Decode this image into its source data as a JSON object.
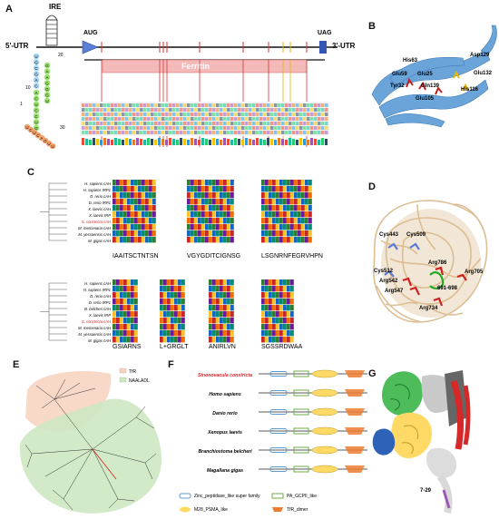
{
  "panel_labels": {
    "a": "A",
    "b": "B",
    "c": "C",
    "d": "D",
    "e": "E",
    "f": "F",
    "g": "G"
  },
  "panel_a": {
    "ire": "IRE",
    "utr5": "5'-UTR",
    "utr3": "3'-UTR",
    "aug": "AUG",
    "uag": "UAG",
    "ferritin": "Ferritin",
    "stem_numbers": [
      "20",
      "10",
      "1",
      "30"
    ],
    "stem_letters_top": [
      "U",
      "G",
      "C",
      "G",
      "A",
      "C"
    ],
    "stem_letters_mid": [
      "G",
      "A",
      "A",
      "G",
      "G",
      "G",
      "U"
    ],
    "stem_letters_low": [
      "A",
      "C",
      "U",
      "C",
      "C",
      "U",
      "G"
    ],
    "stem_letters_bottom": [
      "U",
      "C",
      "U",
      "C",
      "A",
      "G",
      "U",
      "U"
    ]
  },
  "panel_b": {
    "residues": [
      "His63",
      "Asp129",
      "Glu59",
      "Glu25",
      "Glu132",
      "Tyr32",
      "Gln139",
      "His116",
      "Glu105"
    ]
  },
  "panel_c": {
    "species_top": [
      "H. sapiens cAH",
      "H. sapiens IRP1",
      "D. rerio cAH",
      "D. rerio IRP1",
      "X. laevis cAH",
      "X. laevis IRP",
      "S. constricta cAH",
      "M. mercenaria cAH",
      "M. yessoensis cAH",
      "M. gigas cAH"
    ],
    "species_bottom": [
      "H. sapiens cAH",
      "H. sapiens IRP1",
      "D. rerio cAH",
      "D. rerio IRP1",
      "B. belcheri cAH",
      "X. laevis IRP",
      "S. constricta cAH",
      "M. mercenaria cAH",
      "M. yessoensis cAH",
      "M. gigas cAH"
    ],
    "highlight_species": "S. constricta cAH",
    "consensus_top": [
      "IAAITSCTNTSN",
      "VGYGDITCIGNSG",
      "LSGNRNFEGRVHPN"
    ],
    "consensus_bottom": [
      "GSIARNS",
      "L+GRGLT",
      "ANIRLVN",
      "SGSSRDWAA"
    ]
  },
  "panel_d": {
    "residues": [
      "Cys443",
      "Cys509",
      "Cys512",
      "Arg786",
      "Arg705",
      "Arg542",
      "Arg547",
      "691-698",
      "Arg734"
    ]
  },
  "panel_e": {
    "legend": [
      {
        "label": "TfR",
        "color": "#f7d4c0"
      },
      {
        "label": "NAALADL",
        "color": "#cde8c2"
      }
    ]
  },
  "panel_f": {
    "species": [
      "Sinonovacula constricta",
      "Homo sapiens",
      "Danio rerio",
      "Xenopus laevis",
      "Branchiostoma belcheri",
      "Magallana gigas"
    ],
    "highlight": "Sinonovacula constricta",
    "legend": [
      {
        "label": "Zinc_peptidase_like super family",
        "color": "#5b9bd5"
      },
      {
        "label": "PA_GCPII_like",
        "color": "#70ad47"
      },
      {
        "label": "M28_PSMA_like",
        "color": "#ffd966"
      },
      {
        "label": "TfR_dimer",
        "color": "#ed7d31"
      }
    ]
  },
  "panel_g": {
    "label": "7-29"
  }
}
